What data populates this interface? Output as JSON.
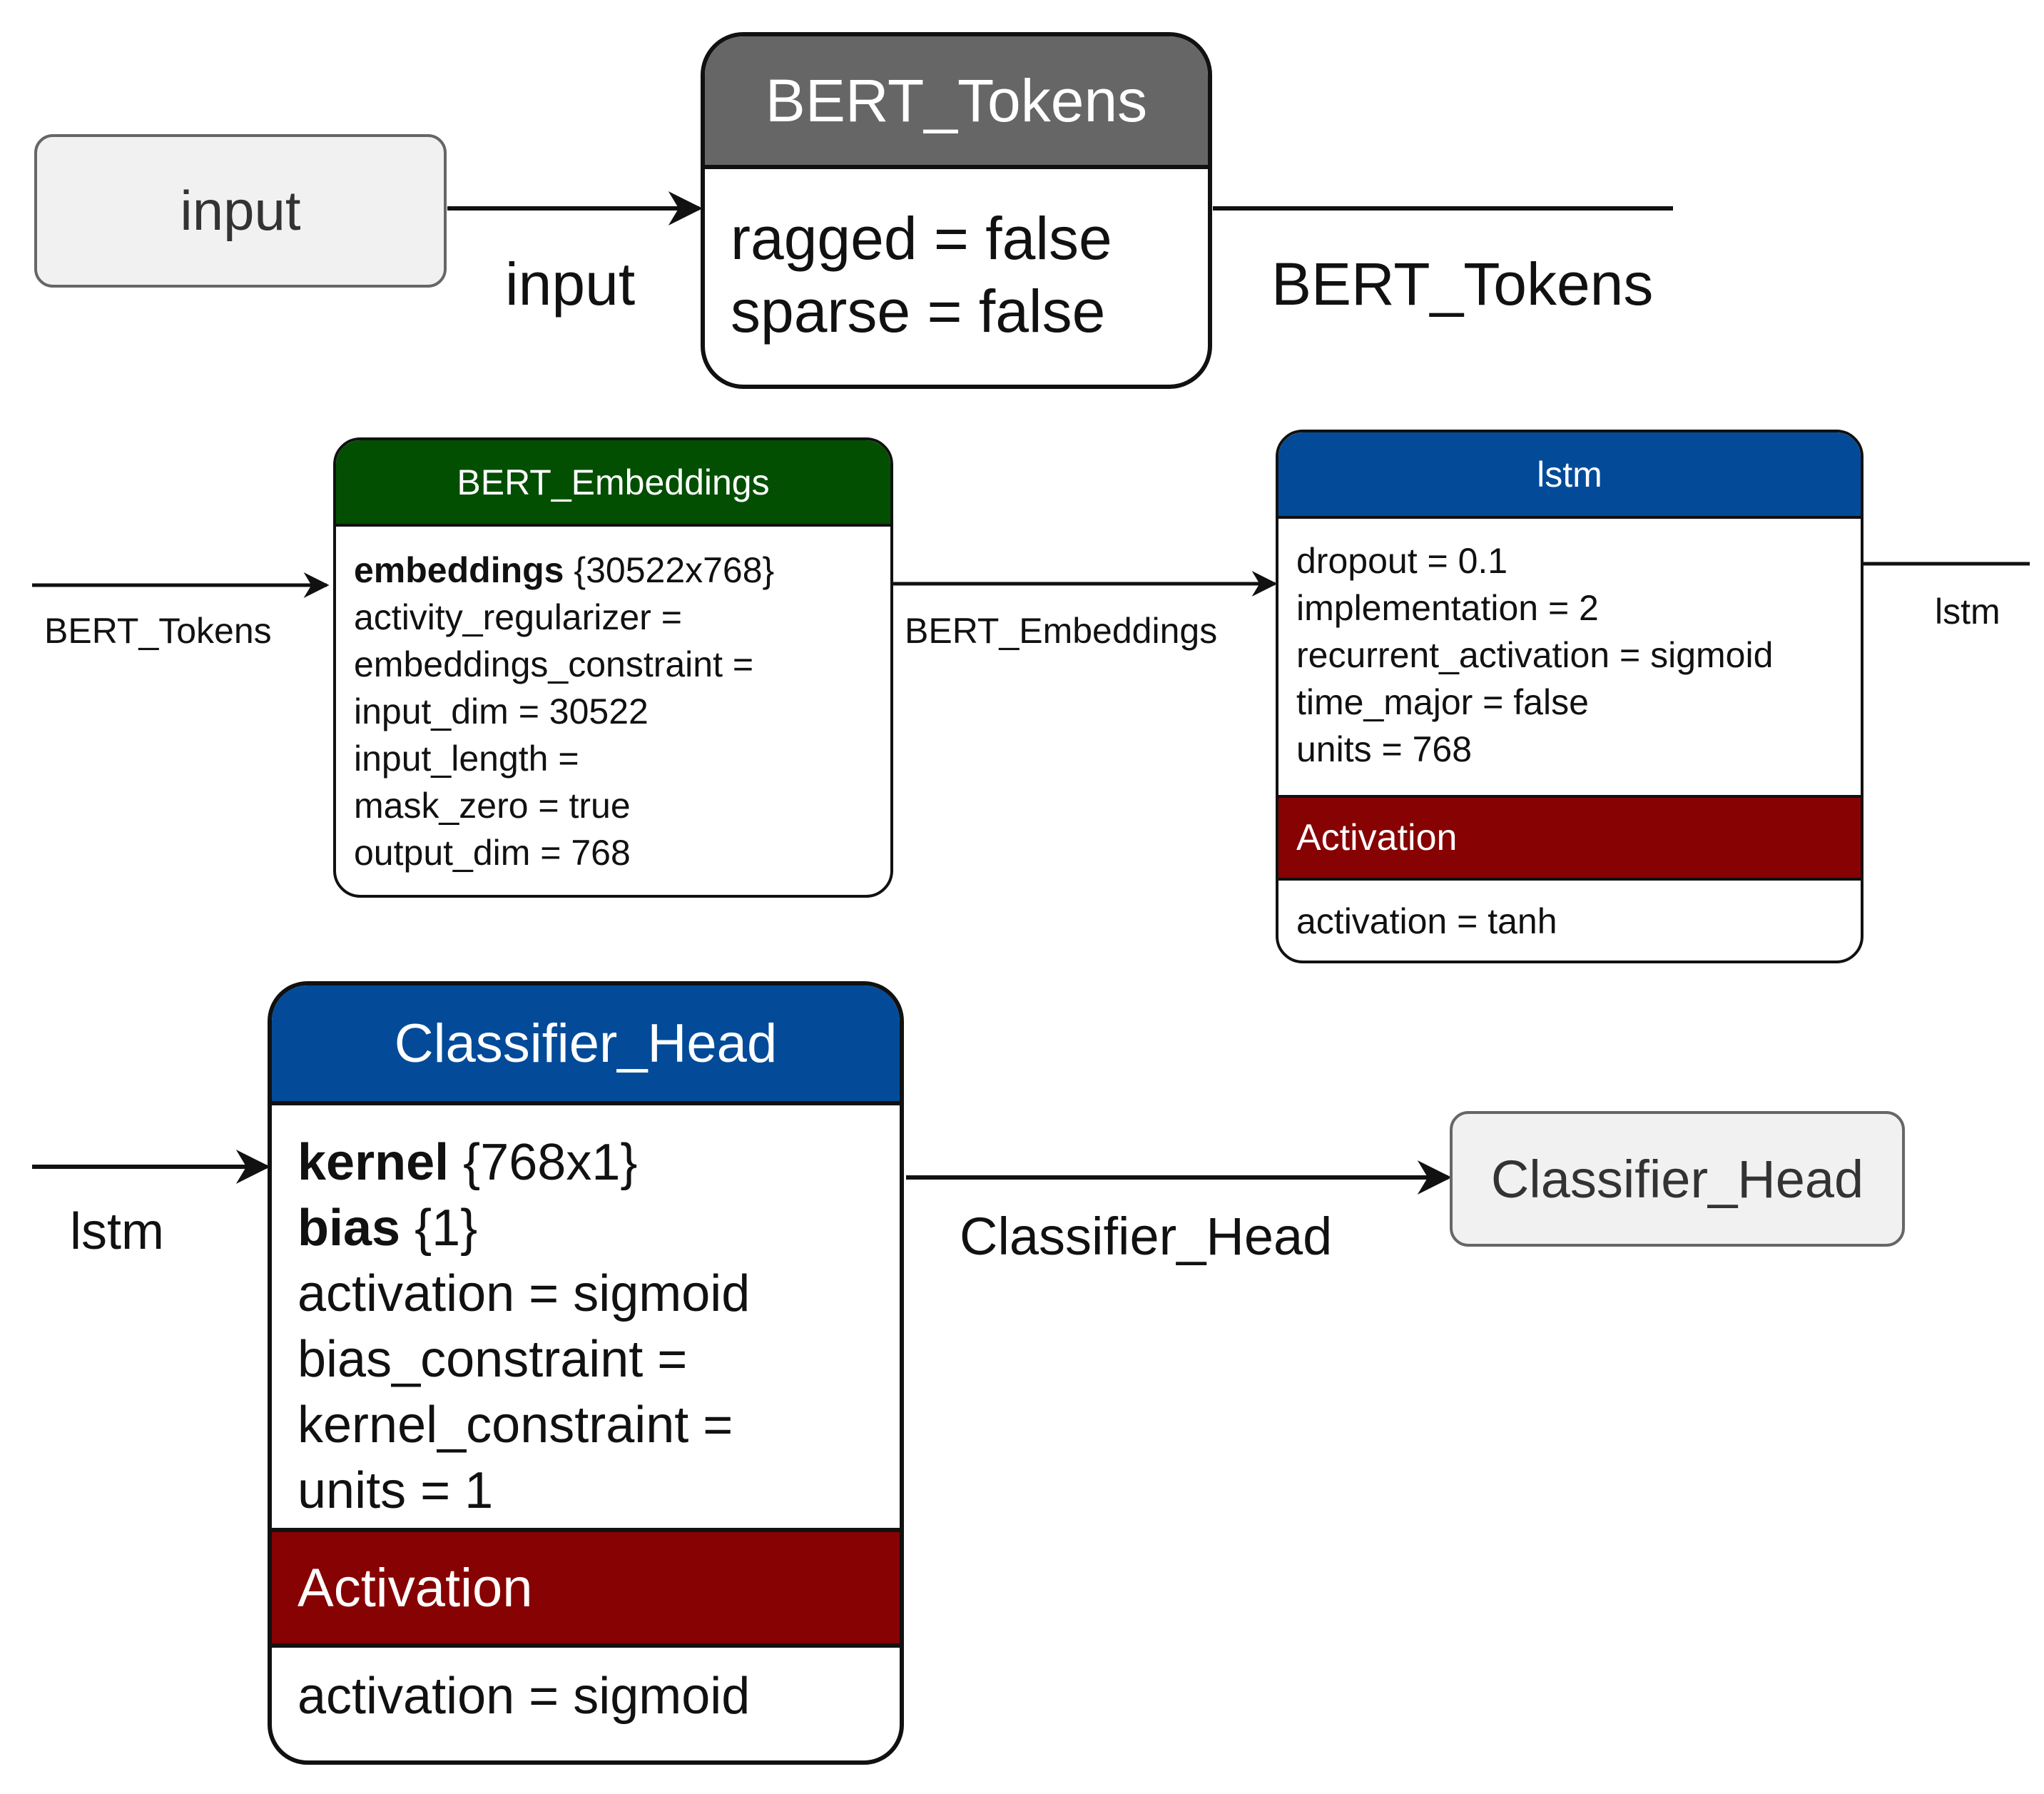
{
  "colors": {
    "tokens_header": "#666666",
    "embeddings_header": "#024f02",
    "lstm_header": "#034b99",
    "classifier_header": "#034b99",
    "activation_section": "#870202",
    "terminal_fill": "#f1f1f1"
  },
  "terminals": {
    "input": "input",
    "output": "Classifier_Head"
  },
  "nodes": {
    "bert_tokens": {
      "title": "BERT_Tokens",
      "params": [
        "ragged = false",
        "sparse = false"
      ]
    },
    "bert_embeddings": {
      "title": "BERT_Embeddings",
      "weights": [
        {
          "name": "embeddings",
          "shape": "{30522x768}"
        }
      ],
      "params": [
        "activity_regularizer =",
        "embeddings_constraint =",
        "input_dim = 30522",
        "input_length =",
        "mask_zero = true",
        "output_dim = 768"
      ]
    },
    "lstm": {
      "title": "lstm",
      "params": [
        "dropout = 0.1",
        "implementation = 2",
        "recurrent_activation = sigmoid",
        "time_major = false",
        "units = 768"
      ],
      "section_title": "Activation",
      "section_params": [
        "activation = tanh"
      ]
    },
    "classifier_head": {
      "title": "Classifier_Head",
      "weights": [
        {
          "name": "kernel",
          "shape": "{768x1}"
        },
        {
          "name": "bias",
          "shape": "{1}"
        }
      ],
      "params": [
        "activation = sigmoid",
        "bias_constraint =",
        "kernel_constraint =",
        "units = 1"
      ],
      "section_title": "Activation",
      "section_params": [
        "activation = sigmoid"
      ]
    }
  },
  "edge_labels": {
    "input_to_tokens": "input",
    "tokens_out": "BERT_Tokens",
    "tokens_in_row2": "BERT_Tokens",
    "embeddings_to_lstm": "BERT_Embeddings",
    "lstm_out": "lstm",
    "lstm_in_row3": "lstm",
    "classifier_out": "Classifier_Head"
  }
}
